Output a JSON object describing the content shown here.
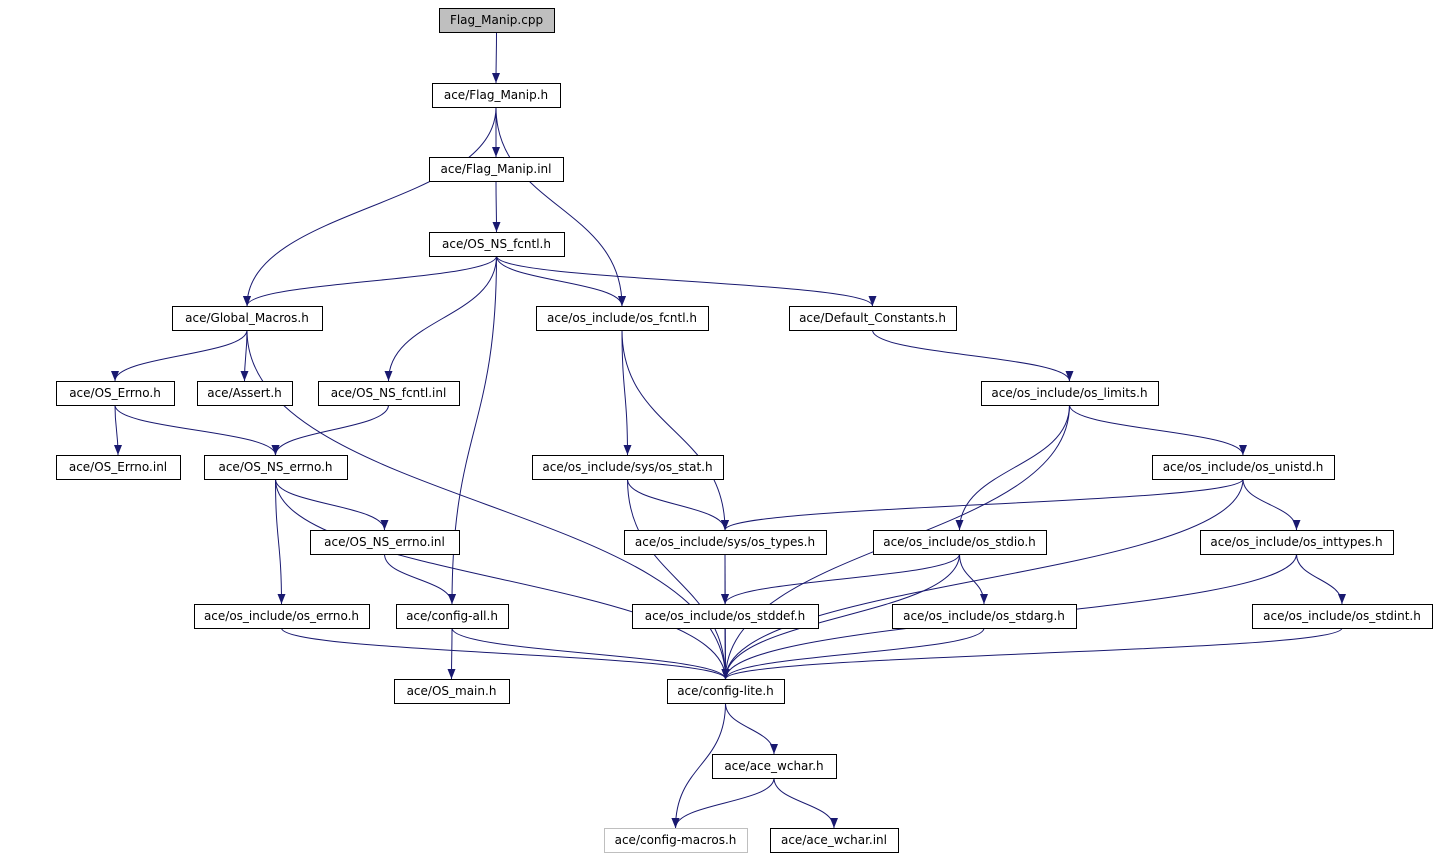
{
  "colors": {
    "edge": "#191970",
    "root_fill": "#bfbfbf",
    "external_border": "#bfbfbf"
  },
  "nodes": [
    {
      "id": "flag_manip_cpp",
      "label": "Flag_Manip.cpp",
      "style": "root"
    },
    {
      "id": "flag_manip_h",
      "label": "ace/Flag_Manip.h"
    },
    {
      "id": "flag_manip_inl",
      "label": "ace/Flag_Manip.inl"
    },
    {
      "id": "os_ns_fcntl_h",
      "label": "ace/OS_NS_fcntl.h"
    },
    {
      "id": "global_macros_h",
      "label": "ace/Global_Macros.h"
    },
    {
      "id": "os_fcntl_h",
      "label": "ace/os_include/os_fcntl.h"
    },
    {
      "id": "default_constants_h",
      "label": "ace/Default_Constants.h"
    },
    {
      "id": "os_errno_h",
      "label": "ace/OS_Errno.h"
    },
    {
      "id": "assert_h",
      "label": "ace/Assert.h"
    },
    {
      "id": "os_ns_fcntl_inl",
      "label": "ace/OS_NS_fcntl.inl"
    },
    {
      "id": "os_limits_h",
      "label": "ace/os_include/os_limits.h"
    },
    {
      "id": "os_errno_inl",
      "label": "ace/OS_Errno.inl"
    },
    {
      "id": "os_ns_errno_h",
      "label": "ace/OS_NS_errno.h"
    },
    {
      "id": "sys_os_stat_h",
      "label": "ace/os_include/sys/os_stat.h"
    },
    {
      "id": "os_unistd_h",
      "label": "ace/os_include/os_unistd.h"
    },
    {
      "id": "os_ns_errno_inl",
      "label": "ace/OS_NS_errno.inl"
    },
    {
      "id": "sys_os_types_h",
      "label": "ace/os_include/sys/os_types.h"
    },
    {
      "id": "os_stdio_h",
      "label": "ace/os_include/os_stdio.h"
    },
    {
      "id": "os_inttypes_h",
      "label": "ace/os_include/os_inttypes.h"
    },
    {
      "id": "os_include_errno_h",
      "label": "ace/os_include/os_errno.h"
    },
    {
      "id": "config_all_h",
      "label": "ace/config-all.h"
    },
    {
      "id": "os_stddef_h",
      "label": "ace/os_include/os_stddef.h"
    },
    {
      "id": "os_stdarg_h",
      "label": "ace/os_include/os_stdarg.h"
    },
    {
      "id": "os_stdint_h",
      "label": "ace/os_include/os_stdint.h"
    },
    {
      "id": "os_main_h",
      "label": "ace/OS_main.h"
    },
    {
      "id": "config_lite_h",
      "label": "ace/config-lite.h"
    },
    {
      "id": "ace_wchar_h",
      "label": "ace/ace_wchar.h"
    },
    {
      "id": "config_macros_h",
      "label": "ace/config-macros.h",
      "style": "external"
    },
    {
      "id": "ace_wchar_inl",
      "label": "ace/ace_wchar.inl"
    }
  ],
  "edges": [
    [
      "flag_manip_cpp",
      "flag_manip_h"
    ],
    [
      "flag_manip_h",
      "flag_manip_inl"
    ],
    [
      "flag_manip_h",
      "global_macros_h"
    ],
    [
      "flag_manip_h",
      "os_fcntl_h"
    ],
    [
      "flag_manip_inl",
      "os_ns_fcntl_h"
    ],
    [
      "os_ns_fcntl_h",
      "global_macros_h"
    ],
    [
      "os_ns_fcntl_h",
      "os_fcntl_h"
    ],
    [
      "os_ns_fcntl_h",
      "default_constants_h"
    ],
    [
      "os_ns_fcntl_h",
      "os_ns_fcntl_inl"
    ],
    [
      "os_ns_fcntl_h",
      "config_all_h"
    ],
    [
      "global_macros_h",
      "os_errno_h"
    ],
    [
      "global_macros_h",
      "assert_h"
    ],
    [
      "global_macros_h",
      "config_lite_h"
    ],
    [
      "os_errno_h",
      "os_errno_inl"
    ],
    [
      "os_errno_h",
      "os_ns_errno_h"
    ],
    [
      "os_ns_fcntl_inl",
      "os_ns_errno_h"
    ],
    [
      "os_ns_errno_h",
      "os_ns_errno_inl"
    ],
    [
      "os_ns_errno_h",
      "os_include_errno_h"
    ],
    [
      "os_ns_errno_h",
      "config_lite_h"
    ],
    [
      "os_ns_errno_inl",
      "config_all_h"
    ],
    [
      "os_include_errno_h",
      "config_lite_h"
    ],
    [
      "config_all_h",
      "os_main_h"
    ],
    [
      "config_all_h",
      "config_lite_h"
    ],
    [
      "os_fcntl_h",
      "sys_os_stat_h"
    ],
    [
      "os_fcntl_h",
      "sys_os_types_h"
    ],
    [
      "sys_os_stat_h",
      "sys_os_types_h"
    ],
    [
      "sys_os_stat_h",
      "config_lite_h"
    ],
    [
      "sys_os_types_h",
      "os_stddef_h"
    ],
    [
      "sys_os_types_h",
      "config_lite_h"
    ],
    [
      "default_constants_h",
      "os_limits_h"
    ],
    [
      "os_limits_h",
      "os_unistd_h"
    ],
    [
      "os_limits_h",
      "os_stdio_h"
    ],
    [
      "os_limits_h",
      "config_lite_h"
    ],
    [
      "os_unistd_h",
      "sys_os_types_h"
    ],
    [
      "os_unistd_h",
      "os_inttypes_h"
    ],
    [
      "os_unistd_h",
      "config_lite_h"
    ],
    [
      "os_stdio_h",
      "os_stddef_h"
    ],
    [
      "os_stdio_h",
      "os_stdarg_h"
    ],
    [
      "os_stdio_h",
      "config_lite_h"
    ],
    [
      "os_inttypes_h",
      "os_stdint_h"
    ],
    [
      "os_inttypes_h",
      "config_lite_h"
    ],
    [
      "os_stdint_h",
      "config_lite_h"
    ],
    [
      "os_stddef_h",
      "config_lite_h"
    ],
    [
      "os_stdarg_h",
      "config_lite_h"
    ],
    [
      "config_lite_h",
      "ace_wchar_h"
    ],
    [
      "config_lite_h",
      "config_macros_h"
    ],
    [
      "ace_wchar_h",
      "config_macros_h"
    ],
    [
      "ace_wchar_h",
      "ace_wchar_inl"
    ]
  ]
}
